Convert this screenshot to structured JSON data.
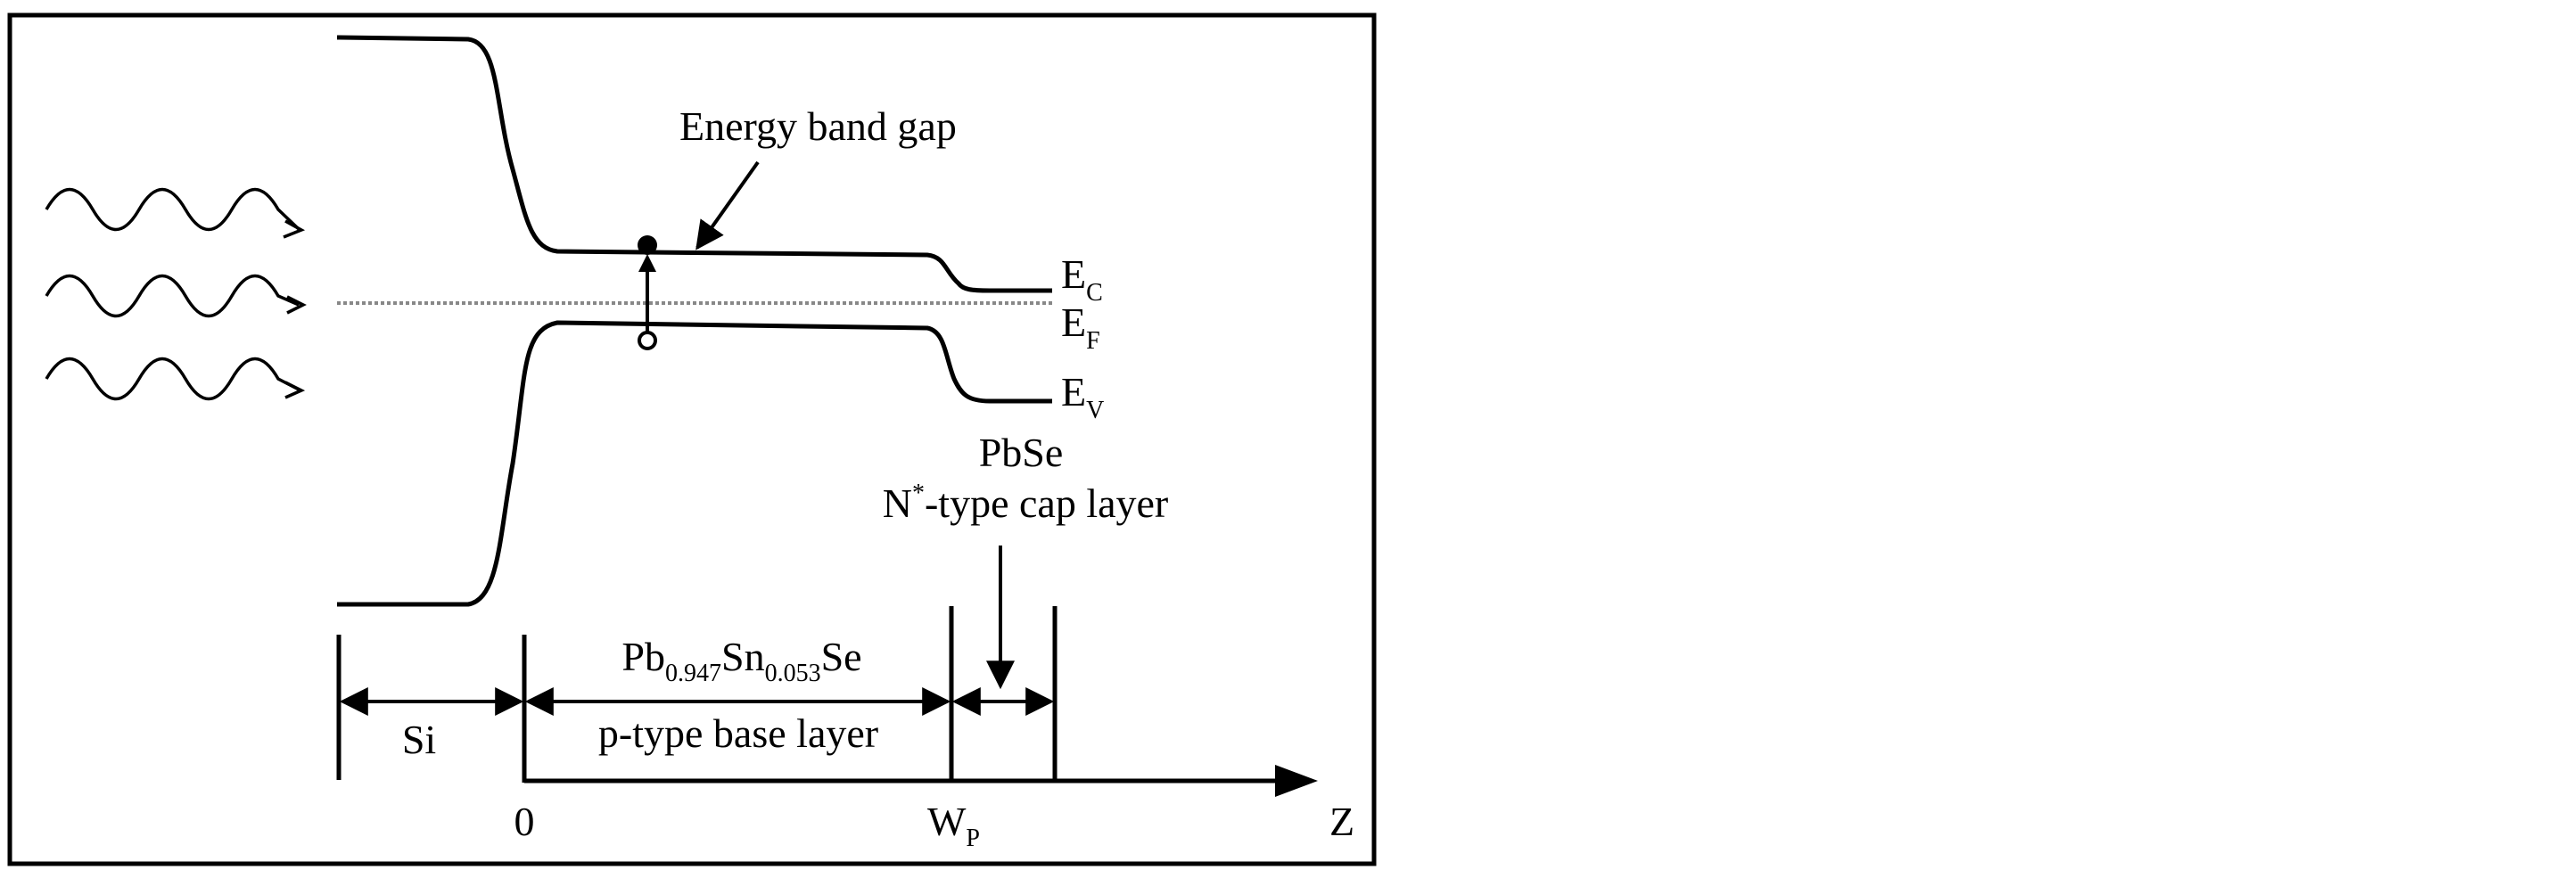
{
  "figure": {
    "energy_gap_label": "Energy band gap",
    "bands": {
      "ec": {
        "main": "E",
        "sub": "C"
      },
      "ef": {
        "main": "E",
        "sub": "F"
      },
      "ev": {
        "main": "E",
        "sub": "V"
      }
    },
    "cap_layer": {
      "line1": "PbSe",
      "line2_prefix": "N",
      "line2_sup": "*",
      "line2_rest": "-type cap layer"
    },
    "base_layer": {
      "pb": "Pb",
      "pb_sub": "0.947",
      "sn": "Sn",
      "sn_sub": "0.053",
      "se": "Se",
      "line2": "p-type base layer"
    },
    "substrate_label": "Si",
    "axis": {
      "origin": "0",
      "wp_main": "W",
      "wp_sub": "P",
      "z": "Z"
    }
  }
}
